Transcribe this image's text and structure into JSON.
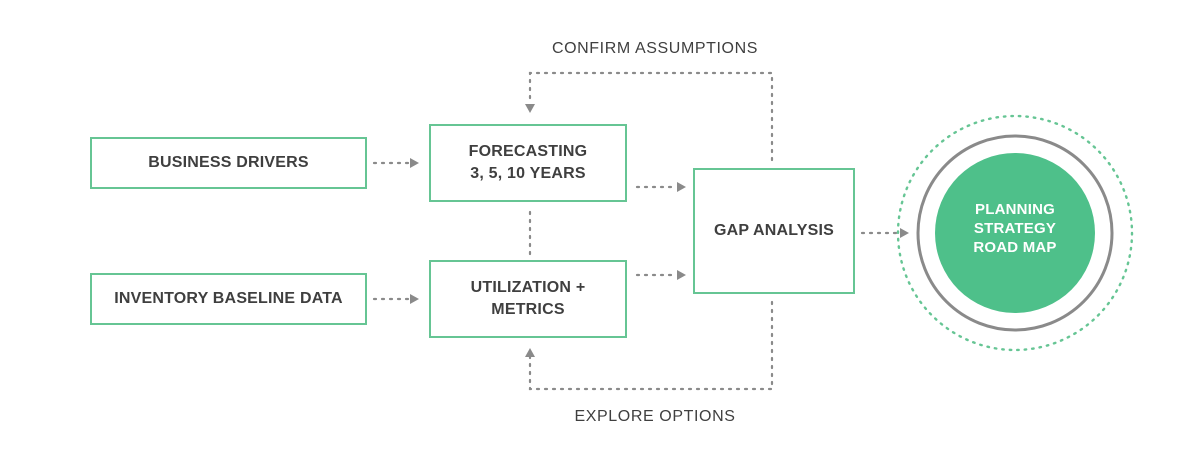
{
  "labels": {
    "top_loop": "CONFIRM ASSUMPTIONS",
    "bottom_loop": "EXPLORE OPTIONS"
  },
  "nodes": {
    "business_drivers": "BUSINESS DRIVERS",
    "inventory_baseline": "INVENTORY BASELINE DATA",
    "forecasting_line1": "FORECASTING",
    "forecasting_line2": "3, 5, 10 YEARS",
    "utilization_line1": "UTILIZATION +",
    "utilization_line2": "METRICS",
    "gap_analysis": "GAP ANALYSIS",
    "outcome_line1": "PLANNING",
    "outcome_line2": "STRATEGY",
    "outcome_line3": "ROAD MAP"
  },
  "colors": {
    "accent_green": "#66c594",
    "circle_fill": "#4ec08a",
    "ring_gray": "#8a8a8a",
    "connector_gray": "#8a8a8a",
    "text": "#3f3f3f"
  }
}
